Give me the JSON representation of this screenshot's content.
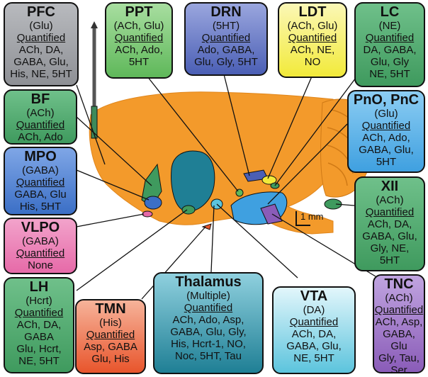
{
  "regions": {
    "pfc": {
      "title": "PFC",
      "nt": "(Glu)",
      "quant_label": "Quantified",
      "quant": [
        "ACh, DA,",
        "GABA, Glu,",
        "His, NE, 5HT"
      ],
      "color": "#8e9095"
    },
    "bf": {
      "title": "BF",
      "nt": "(ACh)",
      "quant_label": "Quantified",
      "quant": [
        "ACh, Ado"
      ],
      "color": "#3f9a5e"
    },
    "mpo": {
      "title": "MPO",
      "nt": "(GABA)",
      "quant_label": "Quantified",
      "quant": [
        "GABA, Glu",
        "His, 5HT"
      ],
      "color": "#3b6fc6"
    },
    "vlpo": {
      "title": "VLPO",
      "nt": "(GABA)",
      "quant_label": "Quantified",
      "quant": [
        "None"
      ],
      "color": "#e66aa8"
    },
    "lh": {
      "title": "LH",
      "nt": "(Hcrt)",
      "quant_label": "Quantified",
      "quant": [
        "ACh, DA,",
        "GABA",
        "Glu, Hcrt,",
        "NE, 5HT"
      ],
      "color": "#3f9a5e"
    },
    "ppt": {
      "title": "PPT",
      "nt": "(ACh, Glu)",
      "quant_label": "Quantified",
      "quant": [
        "ACh, Ado,",
        "5HT"
      ],
      "color": "#5fb85a"
    },
    "drn": {
      "title": "DRN",
      "nt": "(5HT)",
      "quant_label": "Quantified",
      "quant": [
        "Ado, GABA,",
        "Glu, Gly, 5HT"
      ],
      "color": "#4b5fb5"
    },
    "ldt": {
      "title": "LDT",
      "nt": "(ACh, Glu)",
      "quant_label": "Quantified",
      "quant": [
        "ACh, NE,",
        "NO"
      ],
      "color": "#f2ea3a"
    },
    "lc": {
      "title": "LC",
      "nt": "(NE)",
      "quant_label": "Quantified",
      "quant": [
        "DA, GABA,",
        "Glu, Gly",
        "NE, 5HT"
      ],
      "color": "#3f9a5e"
    },
    "pno": {
      "title": "PnO, PnC",
      "nt": "(Glu)",
      "quant_label": "Quantified",
      "quant": [
        "ACh, Ado,",
        "GABA, Glu,",
        "5HT"
      ],
      "color": "#3fa0e0"
    },
    "xii": {
      "title": "XII",
      "nt": "(ACh)",
      "quant_label": "Quantified",
      "quant": [
        "ACh, DA,",
        "GABA, Glu,",
        "Gly, NE,",
        "5HT"
      ],
      "color": "#3f9a5e"
    },
    "tnc": {
      "title": "TNC",
      "nt": "(ACh)",
      "quant_label": "Quantified",
      "quant": [
        "ACh, Asp,",
        "GABA, Glu",
        "Gly, Tau,",
        "Ser"
      ],
      "color": "#8a5cb8"
    },
    "vta": {
      "title": "VTA",
      "nt": "(DA)",
      "quant_label": "Quantified",
      "quant": [
        "ACh, DA,",
        "GABA, Glu,",
        "NE, 5HT"
      ],
      "color": "#5cc4dd"
    },
    "thalamus": {
      "title": "Thalamus",
      "nt": "(Multiple)",
      "quant_label": "Quantified",
      "quant": [
        "ACh, Ado, Asp,",
        "GABA, Glu, Gly,",
        "His, Hcrt-1, NO,",
        "Noc, 5HT, Tau"
      ],
      "color": "#1f7f95"
    },
    "tmn": {
      "title": "TMN",
      "nt": "(His)",
      "quant_label": "Quantified",
      "quant": [
        "Asp, GABA",
        "Glu, His"
      ],
      "color": "#e8552c"
    }
  },
  "scale_bar": {
    "label": "1 mm"
  },
  "colors": {
    "brain": "#f39a2b",
    "brain_dark": "#e0861c",
    "outline": "#111111",
    "probe": "#888888"
  }
}
